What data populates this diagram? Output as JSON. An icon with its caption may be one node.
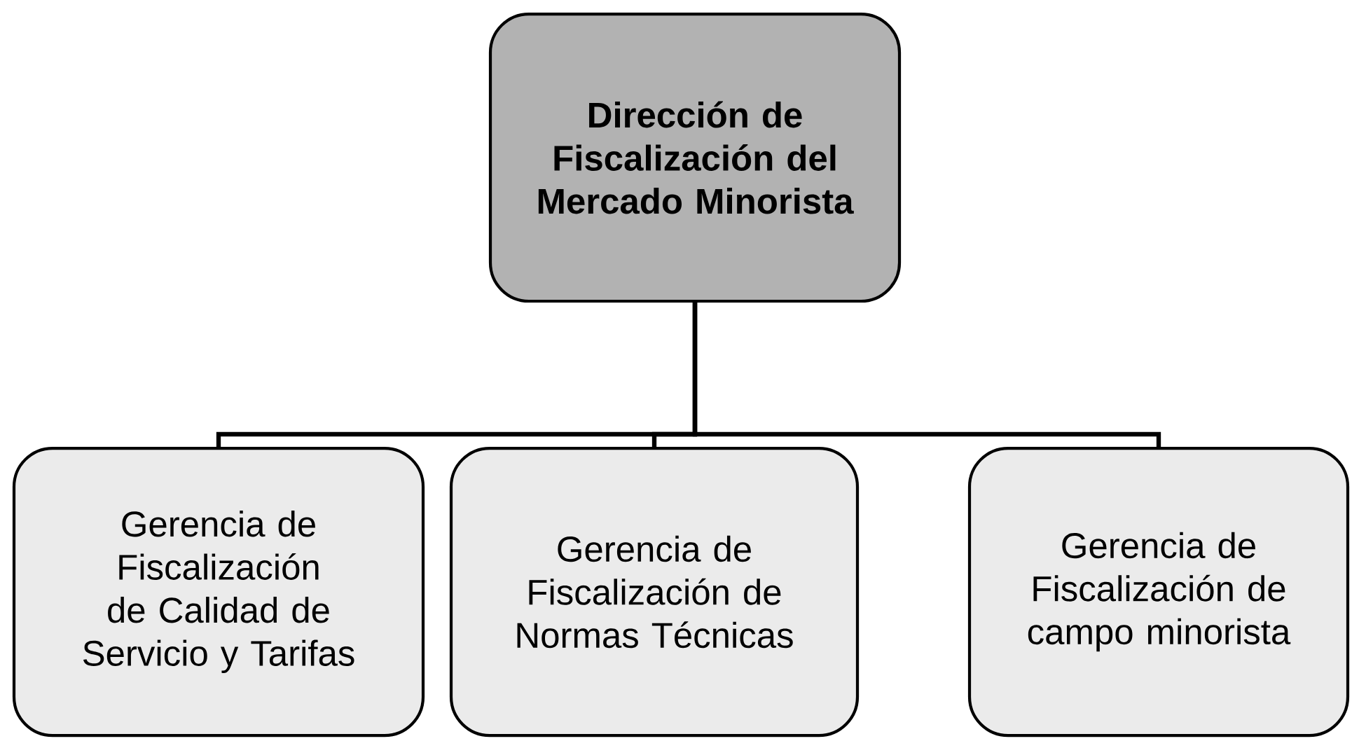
{
  "diagram": {
    "nodes": [
      {
        "text": [
          "Dirección de Fiscalización del Mercado Minorista"
        ]
      },
      {
        "text": [
          "Gerencia de Fiscalización de Calidad de Servicio y Tarifas"
        ]
      },
      {
        "text": [
          "Gerencia de Fiscalización de Normas Técnicas"
        ]
      },
      {
        "text": [
          "Gerencia de Fiscalización de campo minorista"
        ]
      }
    ],
    "edges": [
      {
        "from": 0,
        "to": 1,
        "arrow": "none"
      },
      {
        "from": 0,
        "to": 2,
        "arrow": "none"
      },
      {
        "from": 0,
        "to": 3,
        "arrow": "none"
      }
    ]
  }
}
